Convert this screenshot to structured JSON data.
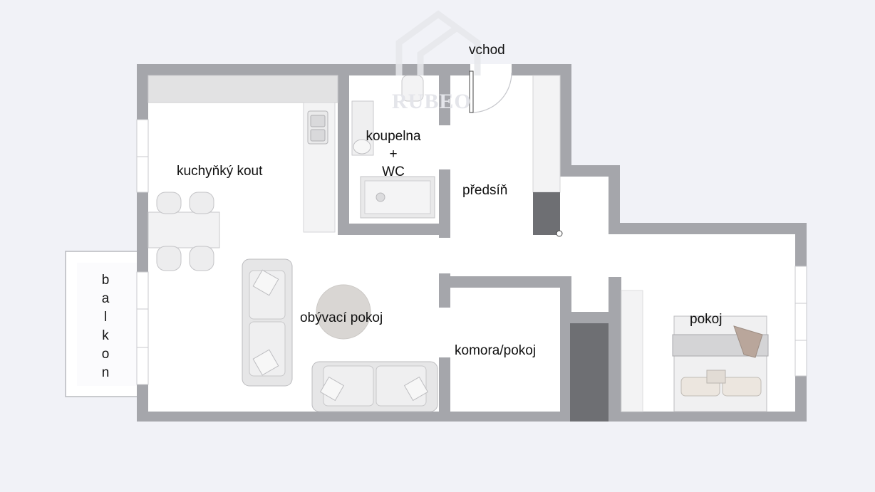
{
  "plan": {
    "entrance_label": "vchod",
    "watermark_text": "RUBEO",
    "colors": {
      "background": "#f1f2f7",
      "wall": "#a5a6ab",
      "floor": "#ffffff",
      "dark_fixture": "#6e6f73",
      "furniture": "#dcdcdc"
    },
    "rooms": {
      "kitchen": "kuchyňký kout",
      "bathroom_line1": "koupelna",
      "bathroom_line2": "+",
      "bathroom_line3": "WC",
      "hallway": "předsíň",
      "living_room": "obývací pokoj",
      "storage_room": "komora/pokoj",
      "bedroom": "pokoj",
      "balcony_letters": [
        "b",
        "a",
        "l",
        "k",
        "o",
        "n"
      ]
    }
  }
}
